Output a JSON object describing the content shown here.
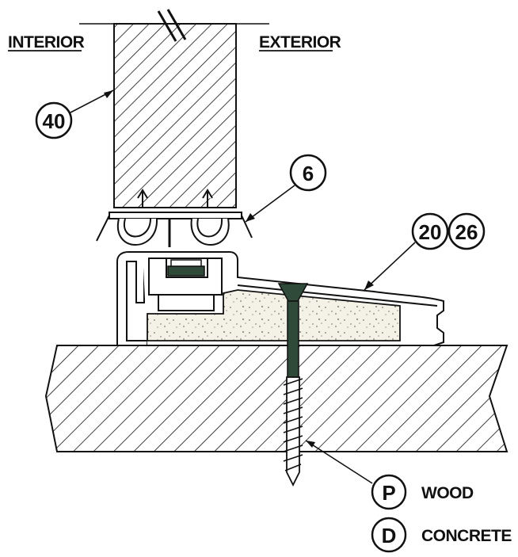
{
  "labels": {
    "interior": "INTERIOR",
    "exterior": "EXTERIOR"
  },
  "callouts": {
    "door": "40",
    "sweep": "6",
    "threshold_a": "20",
    "threshold_b": "26"
  },
  "legend": [
    {
      "code": "P",
      "text": "WOOD"
    },
    {
      "code": "D",
      "text": "CONCRETE"
    }
  ],
  "colors": {
    "ink": "#111111",
    "screw": "#2f4a38",
    "foam": "#f4f1e6"
  }
}
